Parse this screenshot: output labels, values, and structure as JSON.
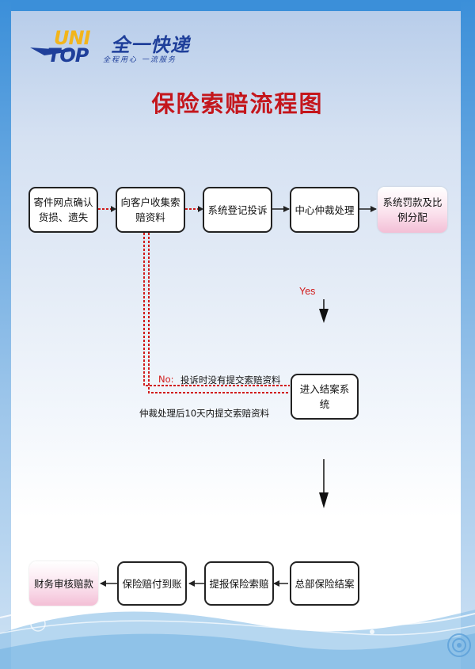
{
  "logo": {
    "brand_top": "UNI",
    "brand_bottom": "TOP",
    "brand_cn": "全一快递",
    "slogan": "全程用心  一流服务"
  },
  "title": "保险索赔流程图",
  "nodes": {
    "n1": "寄件网点确认货损、遗失",
    "n2": "向客户收集索赔资料",
    "n3": "系统登记投诉",
    "n4": "中心仲裁处理",
    "n5": "系统罚款及比例分配",
    "n6": "进入结案系统",
    "n7": "总部保险结案",
    "n8": "提报保险索赔",
    "n9": "保险赔付到账",
    "n10": "财务审核赔款"
  },
  "labels": {
    "yes": "Yes",
    "no_prefix": "No:",
    "no_text": "投诉时没有提交索赔资料",
    "deadline": "仲裁处理后10天内提交索赔资料"
  },
  "colors": {
    "title": "#c4161c",
    "dashed_connector": "#d11a1a",
    "box_border": "#222222",
    "pink_box": "#f3bfd6"
  }
}
